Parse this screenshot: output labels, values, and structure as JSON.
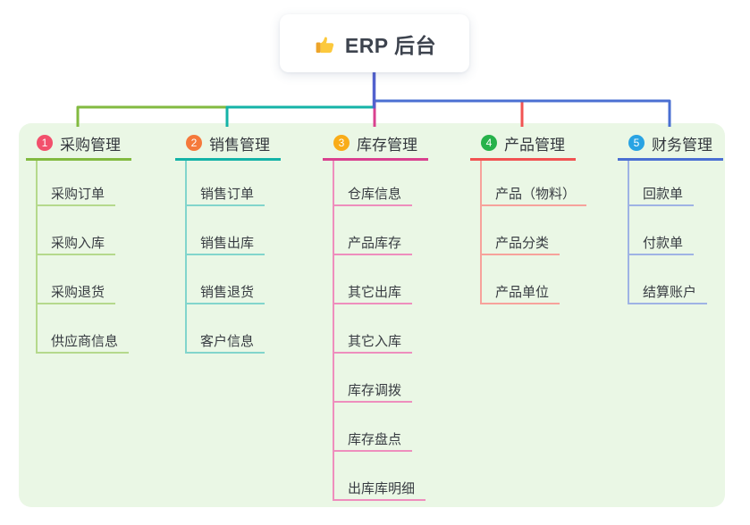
{
  "root": {
    "title": "ERP 后台",
    "icon": "thumbs-up-icon"
  },
  "branches": [
    {
      "num": "1",
      "title": "采购管理",
      "color": "#82ba40",
      "badge_color": "#f2506c",
      "child_line_color": "#b5d98c",
      "children": [
        "采购订单",
        "采购入库",
        "采购退货",
        "供应商信息"
      ]
    },
    {
      "num": "2",
      "title": "销售管理",
      "color": "#14b3a7",
      "badge_color": "#f5793b",
      "child_line_color": "#82d5cc",
      "children": [
        "销售订单",
        "销售出库",
        "销售退货",
        "客户信息"
      ]
    },
    {
      "num": "3",
      "title": "库存管理",
      "color": "#d9418f",
      "badge_color": "#f9ac18",
      "child_line_color": "#ee8ebd",
      "children": [
        "仓库信息",
        "产品库存",
        "其它出库",
        "其它入库",
        "库存调拨",
        "库存盘点",
        "出库库明细"
      ]
    },
    {
      "num": "4",
      "title": "产品管理",
      "color": "#f15352",
      "badge_color": "#27b24b",
      "child_line_color": "#f7a29b",
      "children": [
        "产品（物料）",
        "产品分类",
        "产品单位"
      ]
    },
    {
      "num": "5",
      "title": "财务管理",
      "color": "#4a6fd2",
      "badge_color": "#29a3e3",
      "child_line_color": "#9fb3e4",
      "children": [
        "回款单",
        "付款单",
        "结算账户"
      ]
    }
  ],
  "colors": {
    "panel_bg": "#eaf7e5",
    "root_trunk": "#5261ce",
    "thumb_main": "#fcc93d",
    "thumb_cuff": "#eda429"
  }
}
